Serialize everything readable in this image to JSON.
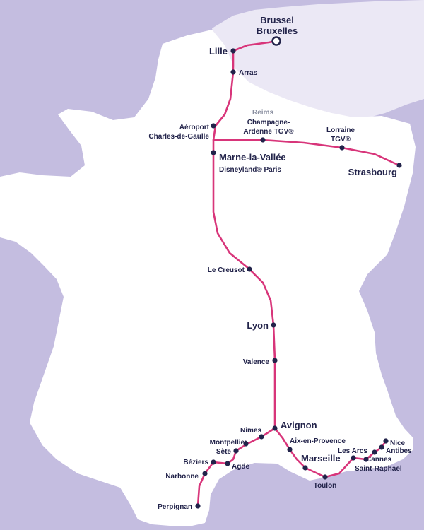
{
  "colors": {
    "sea": "#c4bde0",
    "land": "#ffffff",
    "belgium": "#ebe8f5",
    "route": "#d8357a",
    "station": "#22234a",
    "label": "#22234a",
    "label_muted": "#8a8fa0"
  },
  "origin": {
    "line1": "Brussel",
    "line2": "Bruxelles"
  },
  "stations": {
    "lille": "Lille",
    "arras": "Arras",
    "reims": "Reims",
    "champagne_1": "Champagne-",
    "champagne_2": "Ardenne TGV®",
    "lorraine_1": "Lorraine",
    "lorraine_2": "TGV®",
    "strasbourg": "Strasbourg",
    "aeroport_1": "Aéroport",
    "aeroport_2": "Charles-de-Gaulle",
    "marne_1": "Marne-la-Vallée",
    "marne_2": "Disneyland® Paris",
    "le_creusot": "Le Creusot",
    "lyon": "Lyon",
    "valence": "Valence",
    "avignon": "Avignon",
    "nimes": "Nîmes",
    "montpellier": "Montpellier",
    "sete": "Sète",
    "agde": "Agde",
    "beziers": "Béziers",
    "narbonne": "Narbonne",
    "perpignan": "Perpignan",
    "aix": "Aix-en-Provence",
    "marseille": "Marseille",
    "toulon": "Toulon",
    "les_arcs": "Les Arcs",
    "saint_raphael": "Saint-Raphaël",
    "cannes": "Cannes",
    "antibes": "Antibes",
    "nice": "Nice"
  }
}
